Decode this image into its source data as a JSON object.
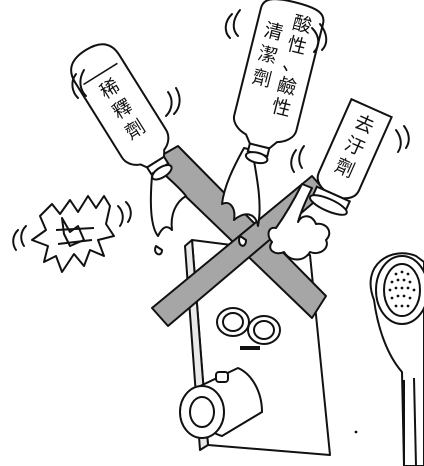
{
  "bottles": {
    "diluent": {
      "chars": [
        "稀",
        "釋",
        "劑"
      ]
    },
    "acid_alkali": {
      "col1": [
        "酸",
        "性",
        "、",
        "鹼",
        "性"
      ],
      "col2": [
        "清",
        "潔",
        "劑"
      ]
    },
    "stain_remover": {
      "chars": [
        "去",
        "汙",
        "劑"
      ]
    }
  },
  "colors": {
    "line": "#111111",
    "prohibition_x": "#a6a6a6",
    "background": "#ffffff"
  }
}
